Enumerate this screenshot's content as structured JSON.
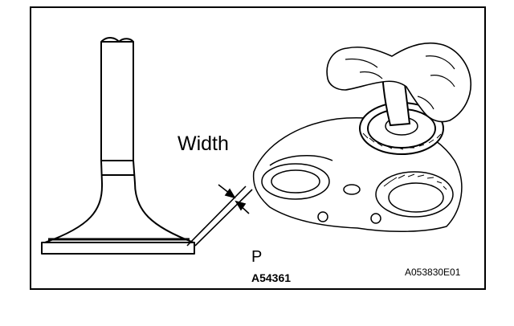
{
  "labels": {
    "width": "Width",
    "point": "P",
    "part_code": "A54361",
    "figure_code": "A053830E01"
  },
  "colors": {
    "ink": "#000000",
    "paper": "#ffffff"
  }
}
